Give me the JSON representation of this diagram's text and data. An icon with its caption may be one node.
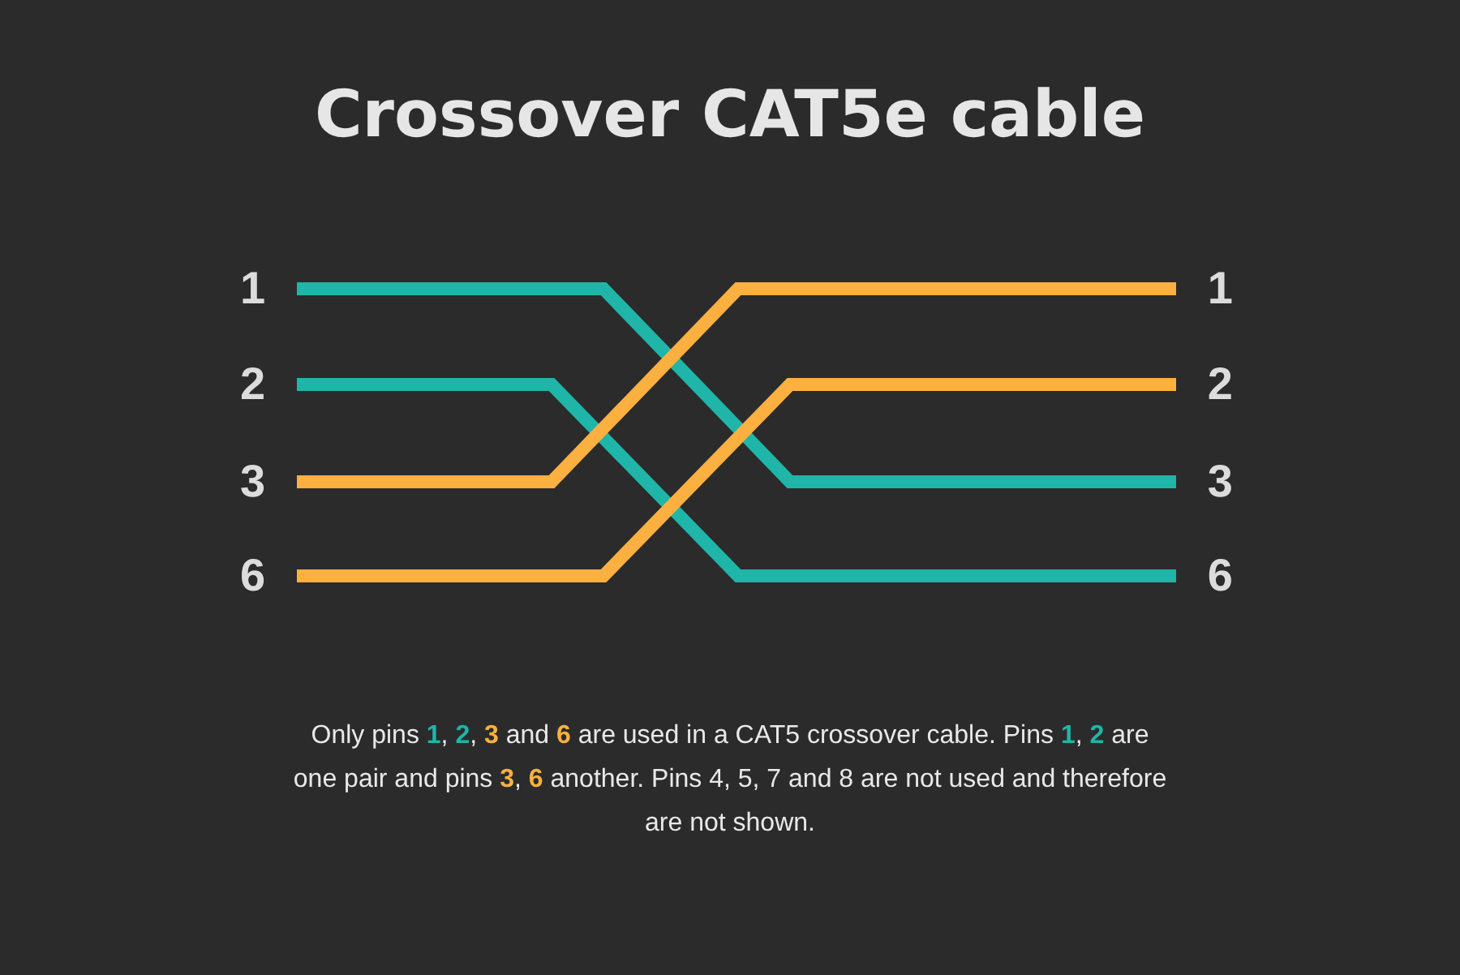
{
  "diagram": {
    "title": "Crossover CAT5e cable",
    "nodes": [
      {
        "text": [
          "1"
        ]
      },
      {
        "text": [
          "2"
        ]
      },
      {
        "text": [
          "3"
        ]
      },
      {
        "text": [
          "6"
        ]
      },
      {
        "text": [
          "1"
        ]
      },
      {
        "text": [
          "2"
        ]
      },
      {
        "text": [
          "3"
        ]
      },
      {
        "text": [
          "6"
        ]
      }
    ],
    "edges": [
      {
        "from": 0,
        "to": 6,
        "arrow": "none",
        "color": "#1fb5a8"
      },
      {
        "from": 1,
        "to": 7,
        "arrow": "none",
        "color": "#1fb5a8"
      },
      {
        "from": 2,
        "to": 4,
        "arrow": "none",
        "color": "#fbb040"
      },
      {
        "from": 3,
        "to": 5,
        "arrow": "none",
        "color": "#fbb040"
      }
    ],
    "caption": "Only pins **1**, **2**, **3** and **6** are used in a CAT5 crossover cable. Pins **1**, **2** are one pair and pins **3**, **6** another. Pins 4, 5, 7 and 8 are not used and therefore are not shown."
  }
}
